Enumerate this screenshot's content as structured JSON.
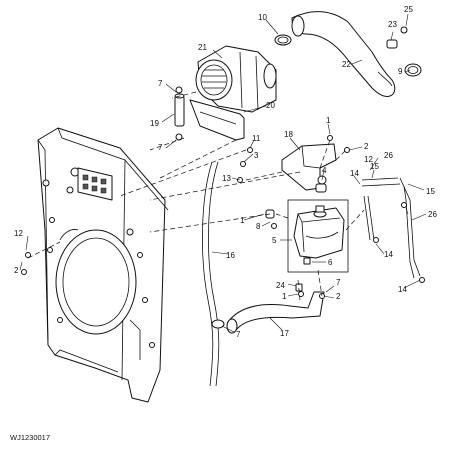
{
  "figure_id": "WJ1230017",
  "callouts": [
    "1",
    "2",
    "3",
    "4",
    "5",
    "6",
    "7",
    "8",
    "9",
    "10",
    "11",
    "12",
    "13",
    "14",
    "15",
    "16",
    "17",
    "18",
    "19",
    "20",
    "21",
    "22",
    "23",
    "24",
    "25",
    "26"
  ],
  "labels": {
    "c25": "25",
    "c10": "10",
    "c23": "23",
    "c21": "21",
    "c22": "22",
    "c9": "9",
    "c7a": "7",
    "c20": "20",
    "c19": "19",
    "c7b": "7",
    "c11": "11",
    "c3": "3",
    "c18": "18",
    "c1a": "1",
    "c2a": "2",
    "c12a": "12",
    "c26a": "26",
    "c13": "13",
    "c14a": "14",
    "c15a": "15",
    "c15b": "15",
    "c4": "4",
    "c1b": "1",
    "c8": "8",
    "c26b": "26",
    "c12b": "12",
    "c2b": "2",
    "c5": "5",
    "c14b": "14",
    "c6": "6",
    "c16": "16",
    "c24": "24",
    "c1c": "1",
    "c7c": "7",
    "c2c": "2",
    "c14c": "14",
    "c17": "17",
    "c7d": "7"
  }
}
